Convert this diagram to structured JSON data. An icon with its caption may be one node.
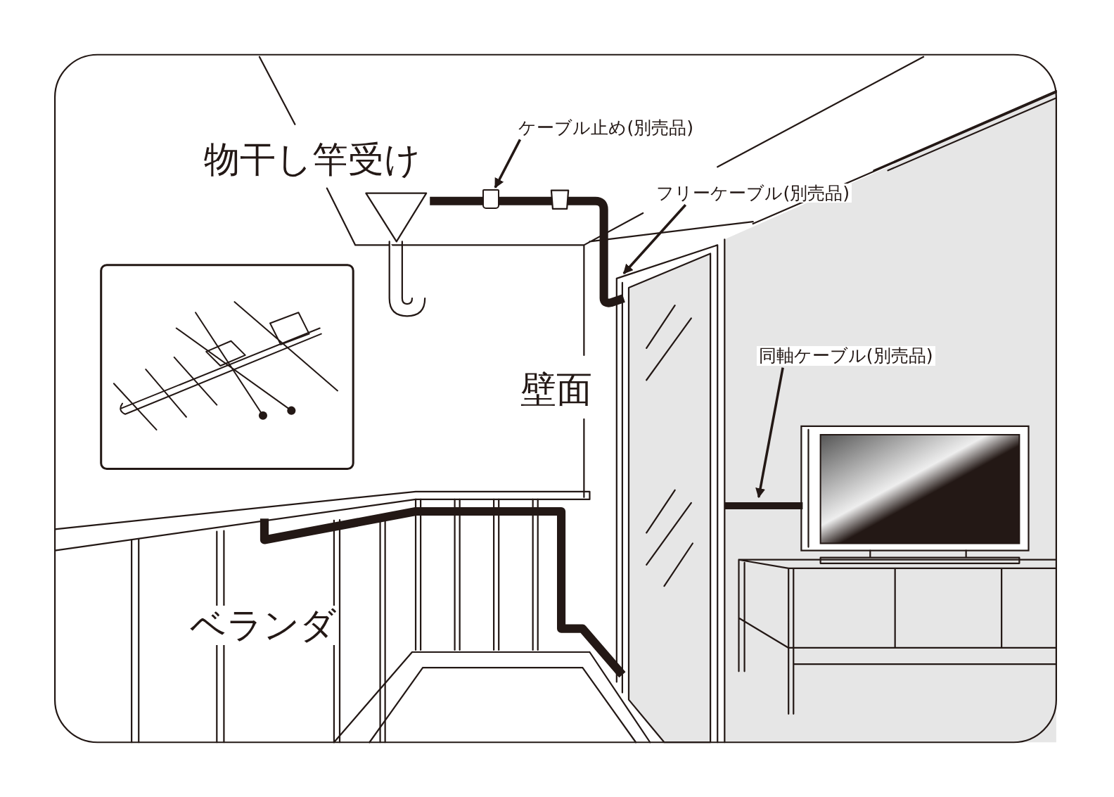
{
  "diagram": {
    "nodes": [
      {
        "text": [
          "ケーブル止め(別売品)"
        ]
      },
      {
        "text": [],
        "shape": "box"
      },
      {
        "text": [
          "フリーケーブル(別売品)"
        ]
      },
      {
        "text": [
          "同軸ケーブル(別売品)"
        ]
      }
    ],
    "edges": [
      {
        "from": 0,
        "to": 1,
        "arrow": "to"
      },
      {
        "from": 2,
        "to": null,
        "arrow": "to"
      },
      {
        "from": 3,
        "to": null,
        "arrow": "to"
      }
    ],
    "labels": [
      "物干し竿受け",
      "壁面",
      "ベランダ"
    ]
  }
}
